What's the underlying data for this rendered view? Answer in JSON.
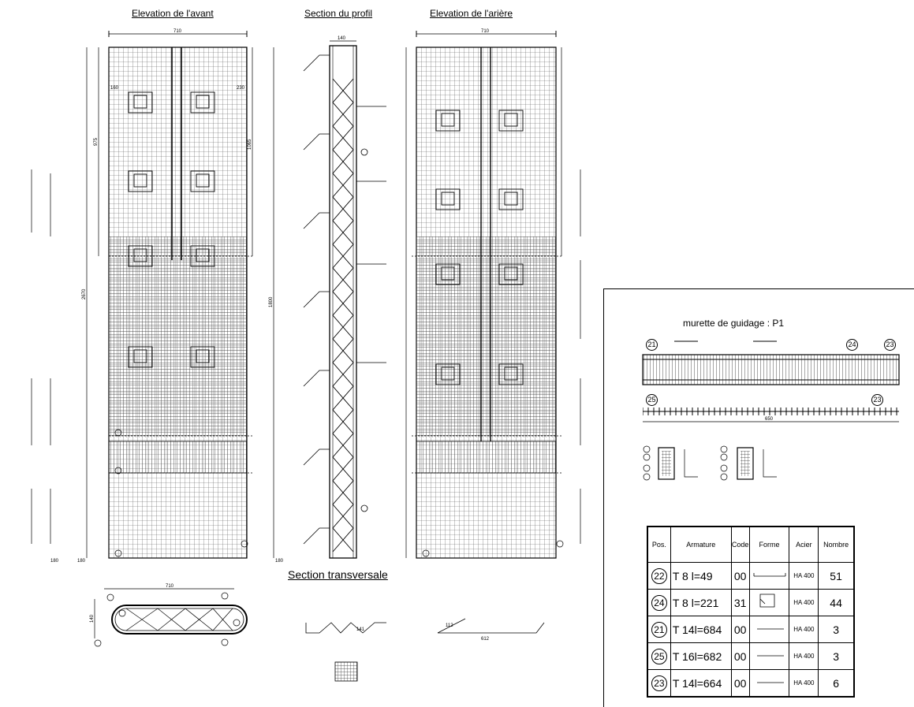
{
  "titles": {
    "front": "Elevation de l'avant",
    "profile": "Section du profil",
    "back": "Elevation de l'arière",
    "transversal": "Section transversale",
    "murette": "murette de guidage : P1"
  },
  "dimensions": {
    "front_width": "710",
    "profile_width": "140",
    "back_width": "710",
    "front_total": "2670",
    "profile_total": "1800",
    "front_seg1": "975",
    "front_seg2": "1065",
    "front_top_left": "160",
    "front_top_right": "230",
    "front_bottom_left": "180",
    "front_bottom_mid": "180",
    "profile_bottom": "180",
    "trans_width": "710",
    "trans_height": "140",
    "murette_length": "650",
    "shape_a": "112",
    "shape_b": "612",
    "shape_c": "141"
  },
  "murette_markers": [
    "21",
    "24",
    "23",
    "25",
    "23"
  ],
  "table": {
    "headers": [
      "Pos.",
      "Armature",
      "Code",
      "Forme",
      "Acier",
      "Nombre"
    ],
    "rows": [
      {
        "pos": "22",
        "armature": "T 8   l=49",
        "code": "00",
        "acier": "HA 400",
        "nombre": "51"
      },
      {
        "pos": "24",
        "armature": "T 8  l=221",
        "code": "31",
        "acier": "HA 400",
        "nombre": "44"
      },
      {
        "pos": "21",
        "armature": "T 14l=684",
        "code": "00",
        "acier": "HA 400",
        "nombre": "3"
      },
      {
        "pos": "25",
        "armature": "T 16l=682",
        "code": "00",
        "acier": "HA 400",
        "nombre": "3"
      },
      {
        "pos": "23",
        "armature": "T 14l=664",
        "code": "00",
        "acier": "HA 400",
        "nombre": "6"
      }
    ]
  }
}
